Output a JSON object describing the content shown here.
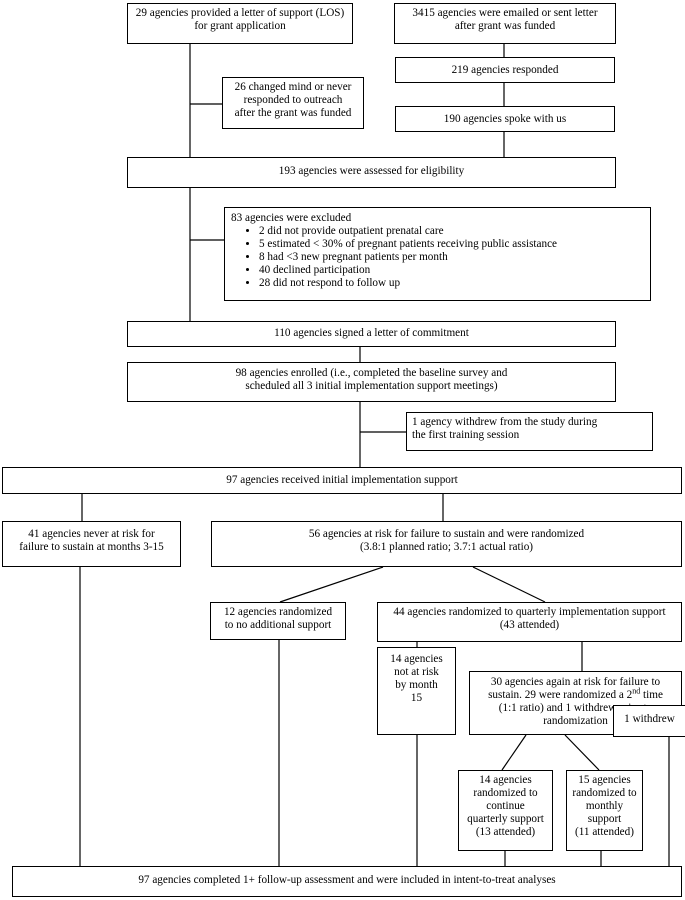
{
  "diagram": {
    "los": [
      "29 agencies provided a letter of support (LOS)",
      "for grant application"
    ],
    "emailed": [
      "3415 agencies were emailed or sent letter",
      "after grant was funded"
    ],
    "responded": "219 agencies responded",
    "changed_mind": [
      "26 changed mind or never",
      "responded to outreach",
      "after the grant was funded"
    ],
    "spoke": "190 agencies spoke with us",
    "assessed": "193 agencies were assessed for eligibility",
    "excluded": {
      "title": "83 agencies were excluded",
      "reasons": [
        "2 did not provide outpatient prenatal care",
        "5 estimated < 30% of pregnant patients receiving public assistance",
        "8 had <3 new pregnant patients per month",
        "40 declined participation",
        "28 did not respond to follow up"
      ]
    },
    "commitment": "110 agencies signed a letter of commitment",
    "enrolled": [
      "98 agencies enrolled (i.e., completed the baseline survey and",
      "scheduled all 3 initial implementation support meetings)"
    ],
    "withdrew_training": [
      "1 agency withdrew from the study during",
      "the first training session"
    ],
    "initial_support": "97 agencies received initial implementation support",
    "never_at_risk": [
      "41 agencies never at risk for",
      "failure to sustain at months 3-15"
    ],
    "at_risk": [
      "56 agencies at risk for failure to sustain and were randomized",
      "(3.8:1 planned ratio; 3.7:1 actual ratio)"
    ],
    "no_support": [
      "12 agencies randomized",
      "to no additional support"
    ],
    "quarterly": [
      "44 agencies randomized to quarterly implementation support",
      "(43 attended)"
    ],
    "not_at_risk": [
      "14 agencies",
      "not at risk",
      "by month",
      "15"
    ],
    "again_at_risk": {
      "line1": "30 agencies again at risk for failure to",
      "line2_pre": "sustain.  29 were randomized a 2",
      "line2_sup": "nd",
      "line2_post": " time",
      "line3": "(1:1 ratio) and 1 withdrew prior to",
      "line4": "randomization"
    },
    "one_withdrew": "1 withdrew",
    "continue_quarterly": [
      "14 agencies",
      "randomized to",
      "continue",
      "quarterly support",
      "(13 attended)"
    ],
    "monthly": [
      "15 agencies",
      "randomized to",
      "monthly",
      "support",
      "(11 attended)"
    ],
    "completed": "97 agencies completed 1+ follow-up assessment and were included in intent-to-treat analyses"
  }
}
